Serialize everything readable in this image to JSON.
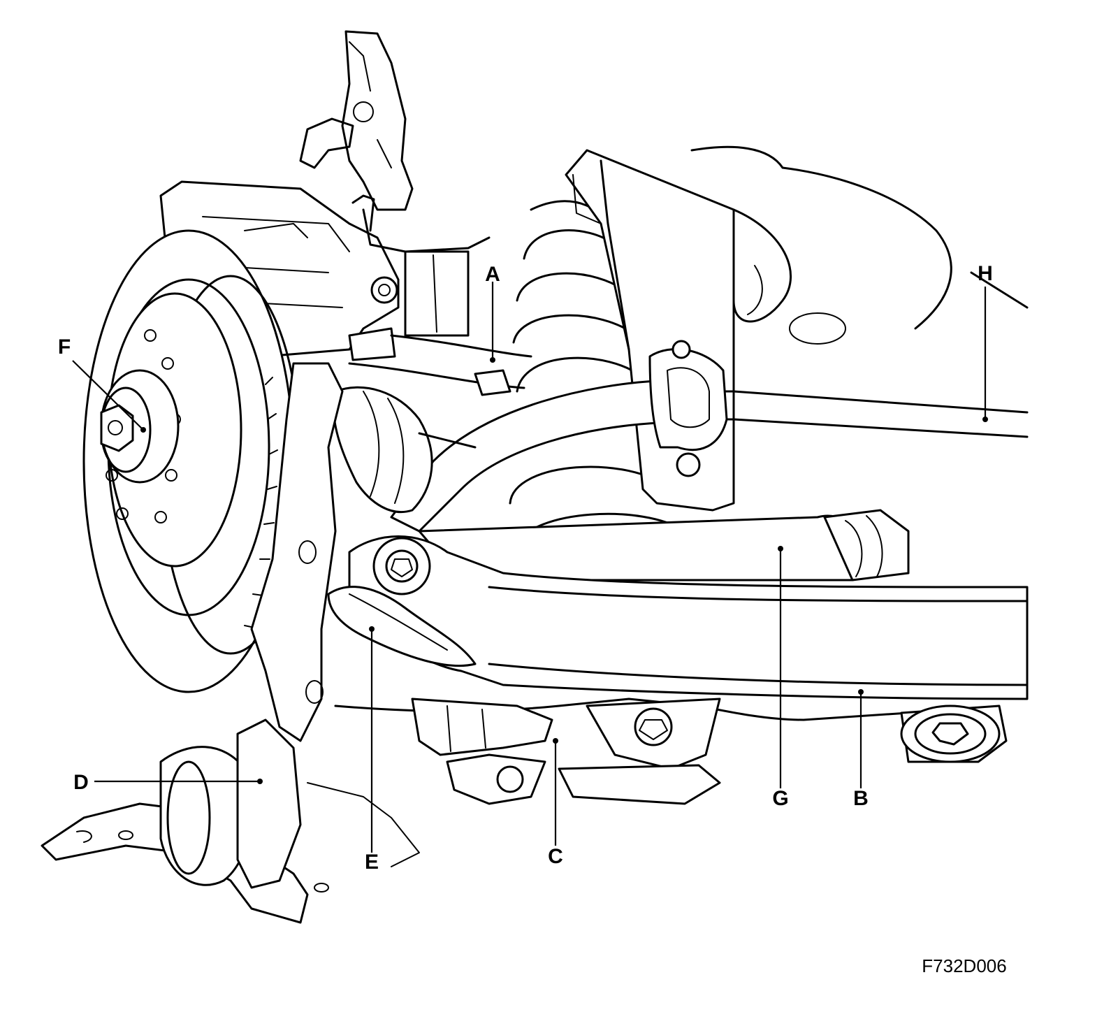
{
  "figure": {
    "code": "F732D006"
  },
  "callouts": [
    {
      "id": "A",
      "text": "A"
    },
    {
      "id": "B",
      "text": "B"
    },
    {
      "id": "C",
      "text": "C"
    },
    {
      "id": "D",
      "text": "D"
    },
    {
      "id": "E",
      "text": "E"
    },
    {
      "id": "F",
      "text": "F"
    },
    {
      "id": "G",
      "text": "G"
    },
    {
      "id": "H",
      "text": "H"
    }
  ]
}
